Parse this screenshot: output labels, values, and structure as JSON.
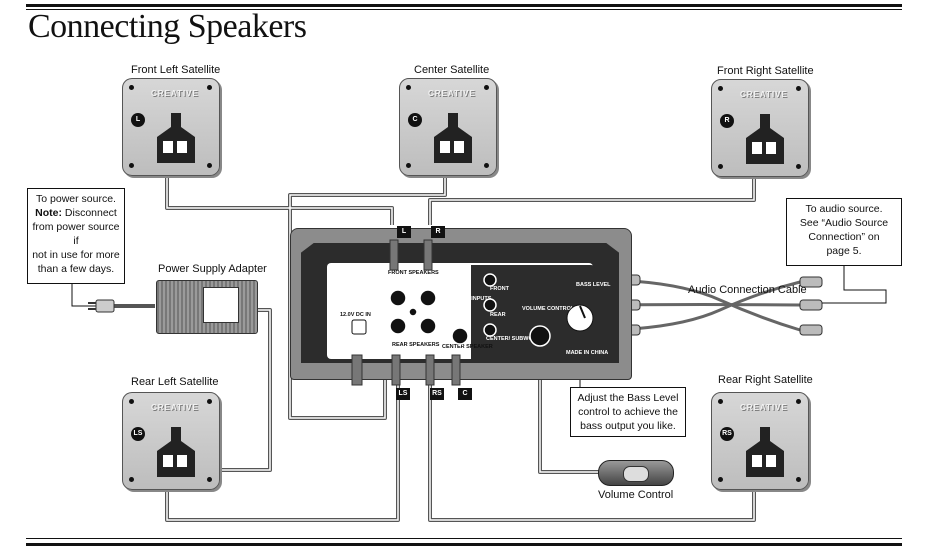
{
  "page_title": "Connecting Speakers",
  "speakers": {
    "front_left": {
      "label": "Front Left Satellite",
      "badge": "L"
    },
    "center": {
      "label": "Center Satellite",
      "badge": "C"
    },
    "front_right": {
      "label": "Front Right Satellite",
      "badge": "R"
    },
    "rear_left": {
      "label": "Rear Left Satellite",
      "badge": "LS"
    },
    "rear_right": {
      "label": "Rear Right Satellite",
      "badge": "RS"
    },
    "brand": "CREATIVE"
  },
  "power_note": {
    "line1": "To power source.",
    "note_label": "Note:",
    "line2_rest": " Disconnect",
    "line3": "from power source if",
    "line4": "not in use for more",
    "line5": "than a few days."
  },
  "power_supply_label": "Power Supply Adapter",
  "audio_note": {
    "line1": "To audio source.",
    "line2": "See “Audio Source",
    "line3": "Connection” on",
    "line4": "page 5."
  },
  "audio_cable_label": "Audio Connection Cable",
  "bass_note": {
    "line1": "Adjust the Bass Level",
    "line2": "control to achieve the",
    "line3": "bass output you like."
  },
  "volume_control_label": "Volume Control",
  "panel": {
    "front_speakers": "FRONT SPEAKERS",
    "rear_speakers": "REAR SPEAKERS",
    "center_speaker": "CENTER SPEAKER",
    "dc_in": "12.0V DC IN",
    "audio_inputs": "AUDIO INPUTS",
    "front": "FRONT",
    "rear": "REAR",
    "center_sub": "CENTER/ SUBWOOFER",
    "volume": "VOLUME CONTROL",
    "bass_level": "BASS LEVEL",
    "made_in": "MADE IN CHINA",
    "tag_l": "L",
    "tag_r": "R",
    "tag_ls": "LS",
    "tag_rs": "RS",
    "tag_c": "C"
  }
}
